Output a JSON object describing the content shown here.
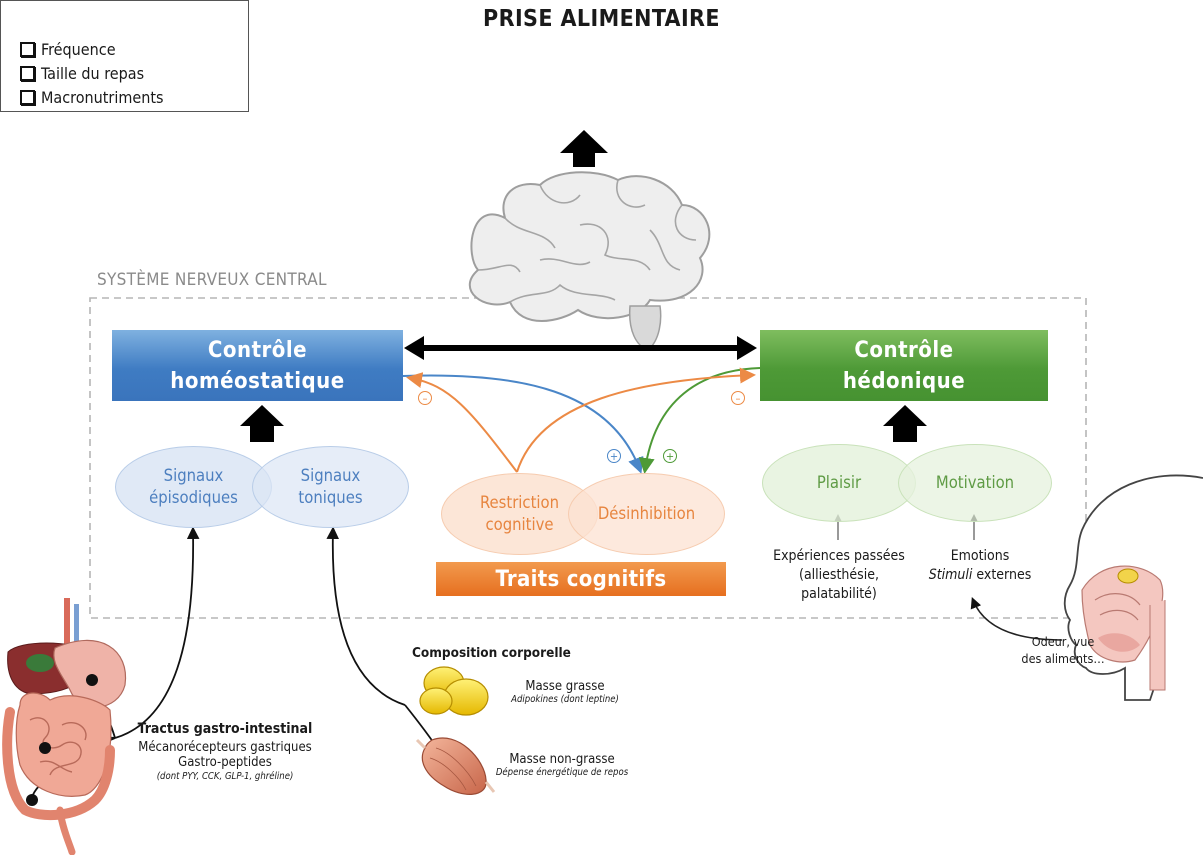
{
  "prise": {
    "title": "PRISE ALIMENTAIRE",
    "items": [
      "Fréquence",
      "Taille du repas",
      "Macronutriments"
    ]
  },
  "snc_label": "SYSTÈME NERVEUX CENTRAL",
  "homeostatic": {
    "line1": "Contrôle",
    "line2": "homéostatique",
    "color": "#3f7cc3"
  },
  "hedonic": {
    "line1": "Contrôle",
    "line2": "hédonique",
    "color": "#4e9a37"
  },
  "signals": {
    "episodic": {
      "line1": "Signaux",
      "line2": "épisodiques"
    },
    "tonic": {
      "line1": "Signaux",
      "line2": "toniques"
    }
  },
  "cognitive": {
    "restriction": {
      "line1": "Restriction",
      "line2": "cognitive"
    },
    "disinhibition": "Désinhibition",
    "traits": "Traits cognitifs",
    "minus_sign": "–",
    "plus_sign": "+",
    "color": "#e66f1f"
  },
  "hedonic_factors": {
    "pleasure": "Plaisir",
    "motivation": "Motivation",
    "past_exp_line1": "Expériences passées",
    "past_exp_line2": "(alliesthésie, palatabilité)",
    "emotions": "Emotions",
    "stimuli_italic": "Stimuli",
    "stimuli_rest": " externes",
    "odeur_line1": "Odeur, vue",
    "odeur_line2": "des aliments…"
  },
  "body_comp": {
    "title": "Composition corporelle",
    "fat": "Masse grasse",
    "fat_sub": "Adipokines (dont leptine)",
    "lean": "Masse non-grasse",
    "lean_sub": "Dépense énergétique de repos"
  },
  "gut": {
    "title": "Tractus gastro-intestinal",
    "line1": "Mécanorécepteurs gastriques",
    "line2": "Gastro-peptides",
    "line3": "(dont PYY, CCK, GLP-1, ghréline)"
  },
  "icons": [
    "brain-icon",
    "digestive-system-icon",
    "head-profile-icon",
    "fat-cells-icon",
    "muscle-icon"
  ]
}
